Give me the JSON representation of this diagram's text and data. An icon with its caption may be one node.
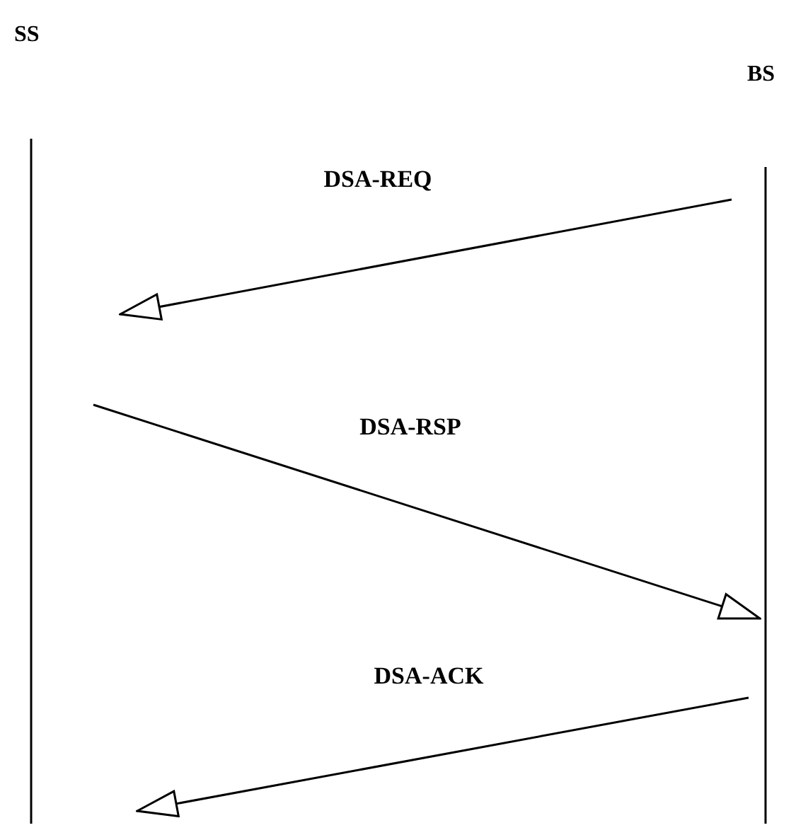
{
  "diagram": {
    "nodes": [
      {
        "text": [
          "SS"
        ]
      },
      {
        "text": [
          "BS"
        ]
      }
    ],
    "edges": [
      {
        "from": 1,
        "to": 0,
        "arrow": "to",
        "label": "DSA-REQ"
      },
      {
        "from": 0,
        "to": 1,
        "arrow": "to",
        "label": "DSA-RSP"
      },
      {
        "from": 1,
        "to": 0,
        "arrow": "to",
        "label": "DSA-ACK"
      }
    ]
  }
}
